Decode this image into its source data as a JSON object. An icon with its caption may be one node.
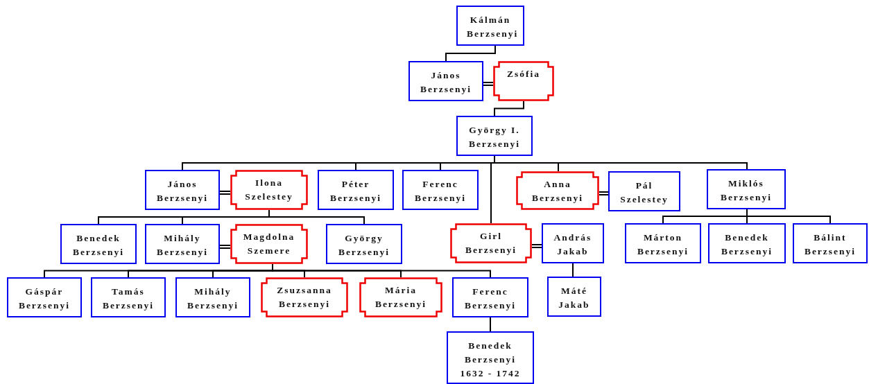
{
  "diagram": {
    "nodes": [
      {
        "text": [
          "Kálmán Berzsenyi"
        ]
      },
      {
        "text": [
          "János Berzsenyi"
        ]
      },
      {
        "text": [
          "Zsófia"
        ]
      },
      {
        "text": [
          "György I. Berzsenyi"
        ]
      },
      {
        "text": [
          "János Berzsenyi"
        ]
      },
      {
        "text": [
          "Ilona Szelestey"
        ]
      },
      {
        "text": [
          "Péter Berzsenyi"
        ]
      },
      {
        "text": [
          "Ferenc Berzsenyi"
        ]
      },
      {
        "text": [
          "Anna Berzsenyi"
        ]
      },
      {
        "text": [
          "Pál Szelestey"
        ]
      },
      {
        "text": [
          "Miklós Berzsenyi"
        ]
      },
      {
        "text": [
          "Benedek Berzsenyi"
        ]
      },
      {
        "text": [
          "Mihály Berzsenyi"
        ]
      },
      {
        "text": [
          "Magdolna Szemere"
        ]
      },
      {
        "text": [
          "György Berzsenyi"
        ]
      },
      {
        "text": [
          "Girl Berzsenyi"
        ]
      },
      {
        "text": [
          "András Jakab"
        ]
      },
      {
        "text": [
          "Márton Berzsenyi"
        ]
      },
      {
        "text": [
          "Benedek Berzsenyi"
        ]
      },
      {
        "text": [
          "Bálint Berzsenyi"
        ]
      },
      {
        "text": [
          "Gáspár Berzsenyi"
        ]
      },
      {
        "text": [
          "Tamás Berzsenyi"
        ]
      },
      {
        "text": [
          "Mihály Berzsenyi"
        ]
      },
      {
        "text": [
          "Zsuzsanna Berzsenyi"
        ]
      },
      {
        "text": [
          "Mária Berzsenyi"
        ]
      },
      {
        "text": [
          "Ferenc Berzsenyi"
        ]
      },
      {
        "text": [
          "Máté Jakab"
        ]
      },
      {
        "text": [
          "Benedek Berzsenyi",
          "1632 - 1742"
        ]
      }
    ],
    "edges": [
      {
        "from": 0,
        "to": 1,
        "arrow": "none"
      },
      {
        "from": 1,
        "to": 2,
        "arrow": "none"
      },
      {
        "from": 2,
        "to": 3,
        "arrow": "none"
      },
      {
        "from": 3,
        "to": 4,
        "arrow": "none"
      },
      {
        "from": 3,
        "to": 6,
        "arrow": "none"
      },
      {
        "from": 3,
        "to": 7,
        "arrow": "none"
      },
      {
        "from": 3,
        "to": 15,
        "arrow": "none"
      },
      {
        "from": 3,
        "to": 8,
        "arrow": "none"
      },
      {
        "from": 3,
        "to": 10,
        "arrow": "none"
      },
      {
        "from": 4,
        "to": 5,
        "arrow": "none"
      },
      {
        "from": 8,
        "to": 9,
        "arrow": "none"
      },
      {
        "from": 5,
        "to": 11,
        "arrow": "none"
      },
      {
        "from": 5,
        "to": 12,
        "arrow": "none"
      },
      {
        "from": 5,
        "to": 14,
        "arrow": "none"
      },
      {
        "from": 12,
        "to": 13,
        "arrow": "none"
      },
      {
        "from": 15,
        "to": 16,
        "arrow": "none"
      },
      {
        "from": 10,
        "to": 17,
        "arrow": "none"
      },
      {
        "from": 10,
        "to": 18,
        "arrow": "none"
      },
      {
        "from": 10,
        "to": 19,
        "arrow": "none"
      },
      {
        "from": 13,
        "to": 20,
        "arrow": "none"
      },
      {
        "from": 13,
        "to": 21,
        "arrow": "none"
      },
      {
        "from": 13,
        "to": 22,
        "arrow": "none"
      },
      {
        "from": 13,
        "to": 23,
        "arrow": "none"
      },
      {
        "from": 13,
        "to": 24,
        "arrow": "none"
      },
      {
        "from": 13,
        "to": 25,
        "arrow": "none"
      },
      {
        "from": 16,
        "to": 26,
        "arrow": "none"
      },
      {
        "from": 25,
        "to": 27,
        "arrow": "none"
      }
    ]
  }
}
